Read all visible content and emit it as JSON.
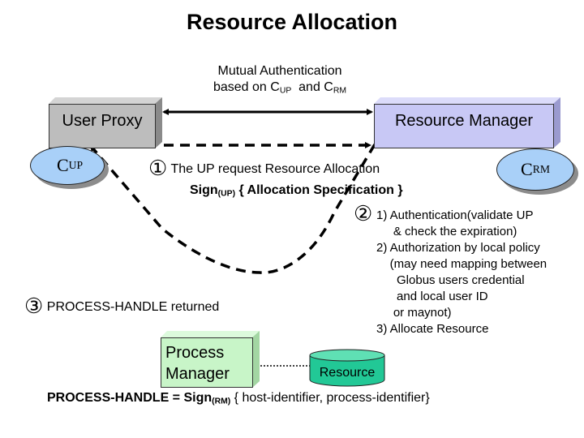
{
  "title": "Resource Allocation",
  "mutual_auth": {
    "line1": "Mutual Authentication",
    "line2_prefix": "based on C",
    "line2_sub1": "UP",
    "line2_mid": "  and C",
    "line2_sub2": "RM"
  },
  "nodes": {
    "user_proxy": {
      "label": "User Proxy",
      "color": "#bdbdbd"
    },
    "resource_manager": {
      "label": "Resource Manager",
      "color": "#c8c8f5"
    },
    "process_manager": {
      "label_line1": "Process",
      "label_line2": "Manager",
      "color": "#c8f5c8"
    },
    "resource": {
      "label": "Resource",
      "color": "#22c896"
    }
  },
  "credentials": {
    "cup": {
      "main": "C",
      "sub": "UP"
    },
    "crm": {
      "main": "C",
      "sub": "RM"
    },
    "color": "#a9d0f8"
  },
  "step1": {
    "marker": "①",
    "text": "The UP request Resource Allocation",
    "sign_prefix": "Sign",
    "sign_sub": "(UP)",
    "sign_rest": " { Allocation Specification }"
  },
  "step2": {
    "marker": "②",
    "lines": [
      "1) Authentication(validate UP",
      "     & check the expiration)",
      "2) Authorization by local policy",
      "    (may need mapping between",
      "      Globus users credential",
      "      and local user ID",
      "     or maynot)",
      "3) Allocate Resource"
    ]
  },
  "step3": {
    "marker": "③",
    "bold_text": "PROCESS-HANDLE",
    "text": " returned"
  },
  "footer": {
    "bold_prefix": "PROCESS-HANDLE = Sign",
    "sub": "(RM)",
    "rest": " { host-identifier, process-identifier}"
  }
}
